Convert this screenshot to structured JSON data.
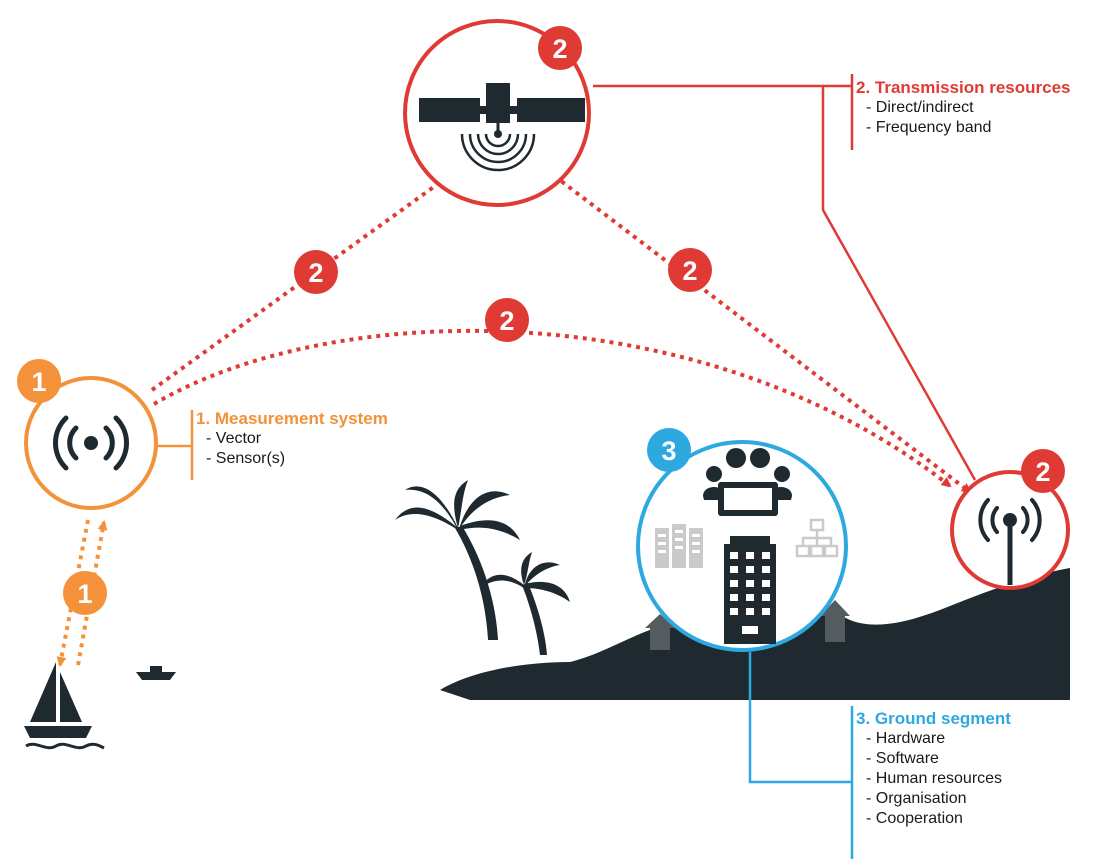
{
  "colors": {
    "orange": "#F3923A",
    "red": "#E03A34",
    "blue": "#2EA9DF",
    "dark": "#1E2A30",
    "grey": "#C9CBCB"
  },
  "badges": {
    "measurement": "1",
    "transmission": "2",
    "ground": "3"
  },
  "legends": {
    "measurement": {
      "title": "1.  Measurement system",
      "items": [
        "- Vector",
        "- Sensor(s)"
      ]
    },
    "transmission": {
      "title": "2.  Transmission resources",
      "items": [
        "- Direct/indirect",
        "- Frequency band"
      ]
    },
    "ground": {
      "title": "3.  Ground segment",
      "items": [
        "- Hardware",
        "- Software",
        "- Human resources",
        "- Organisation",
        "- Cooperation"
      ]
    }
  },
  "icons": {
    "measurement": "radio-signal-icon",
    "satellite": "satellite-icon",
    "antenna": "antenna-tower-icon",
    "meeting": "meeting-group-icon",
    "servers": "server-rack-icon",
    "network": "network-tree-icon",
    "building": "office-building-icon",
    "boat": "sailboat-icon",
    "ship": "ship-icon",
    "palms": "palm-tree-icon",
    "houses": "house-icon"
  }
}
